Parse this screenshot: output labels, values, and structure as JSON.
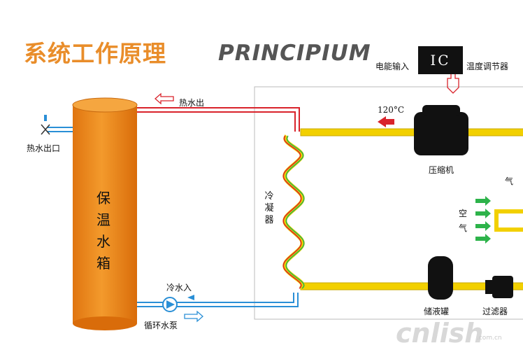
{
  "title": "系统工作原理",
  "subtitle": "PRINCIPIUM",
  "ic_label": "IC",
  "labels": {
    "power_input": "电能输入",
    "temp_controller": "温度调节器",
    "hot_water_out": "热水出",
    "hot_water_outlet": "热水出口",
    "temperature": "120°C",
    "compressor": "压缩机",
    "gas_partial": "气",
    "air_line1": "空",
    "air_line2": "气",
    "condenser": "冷凝器",
    "tank": "保温水箱",
    "cold_water_in": "冷水入",
    "circ_pump": "循环水泵",
    "receiver": "储液罐",
    "filter": "过滤器"
  },
  "watermark": "cnlish",
  "watermark_small": ".com.cn",
  "colors": {
    "title": "#e98d2a",
    "tank": "#f08a1e",
    "refrigerant_pipe": "#f2d000",
    "hot_pipe": "#d9232b",
    "cold_pipe": "#2a8fd6",
    "arrow_green": "#2db34a",
    "arrow_red": "#d9232b",
    "component_black": "#111111"
  }
}
